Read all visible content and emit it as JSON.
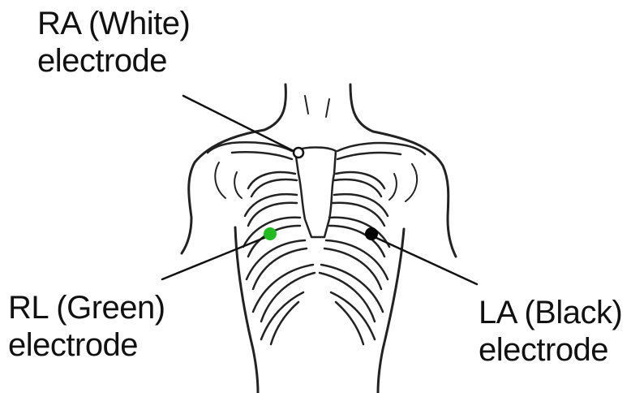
{
  "labels": {
    "ra": {
      "title": "RA (White)",
      "sub": "electrode",
      "color": "#ffffff"
    },
    "rl": {
      "title": "RL (Green)",
      "sub": "electrode",
      "color": "#22bb22"
    },
    "la": {
      "title": "LA (Black)",
      "sub": "electrode",
      "color": "#000000"
    }
  }
}
